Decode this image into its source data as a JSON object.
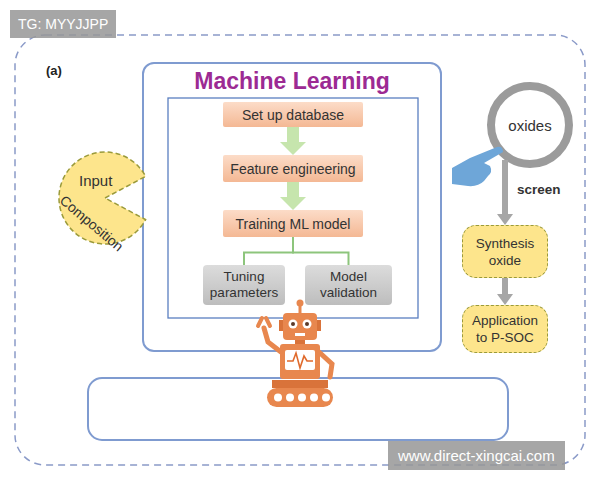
{
  "diagram": {
    "nodes": [
      {
        "text": [
          "Machine Learning"
        ]
      },
      {
        "text": [
          "Set up database"
        ],
        "in": 0
      },
      {
        "text": [
          "Feature engineering"
        ],
        "in": 0
      },
      {
        "text": [
          "Training ML model"
        ],
        "in": 0
      },
      {
        "text": [
          "Tuning parameters"
        ],
        "in": 0
      },
      {
        "text": [
          "Model validation"
        ],
        "in": 0
      },
      {
        "text": [
          "Input",
          "Composition"
        ]
      },
      {
        "text": [
          "oxides"
        ]
      },
      {
        "text": [
          "Synthesis oxide"
        ]
      },
      {
        "text": [
          "Application to P-SOC"
        ]
      }
    ],
    "edges": [
      {
        "from": 1,
        "to": 2,
        "arrow": "to"
      },
      {
        "from": 2,
        "to": 3,
        "arrow": "to"
      },
      {
        "from": 3,
        "to": 4,
        "arrow": "none"
      },
      {
        "from": 3,
        "to": 5,
        "arrow": "none"
      },
      {
        "from": 7,
        "to": 8,
        "label": "screen",
        "arrow": "to"
      },
      {
        "from": 8,
        "to": 9,
        "arrow": "to"
      }
    ],
    "labels": [
      "TG: MYYJJPP",
      "(a)",
      "www.direct-xingcai.com"
    ]
  }
}
